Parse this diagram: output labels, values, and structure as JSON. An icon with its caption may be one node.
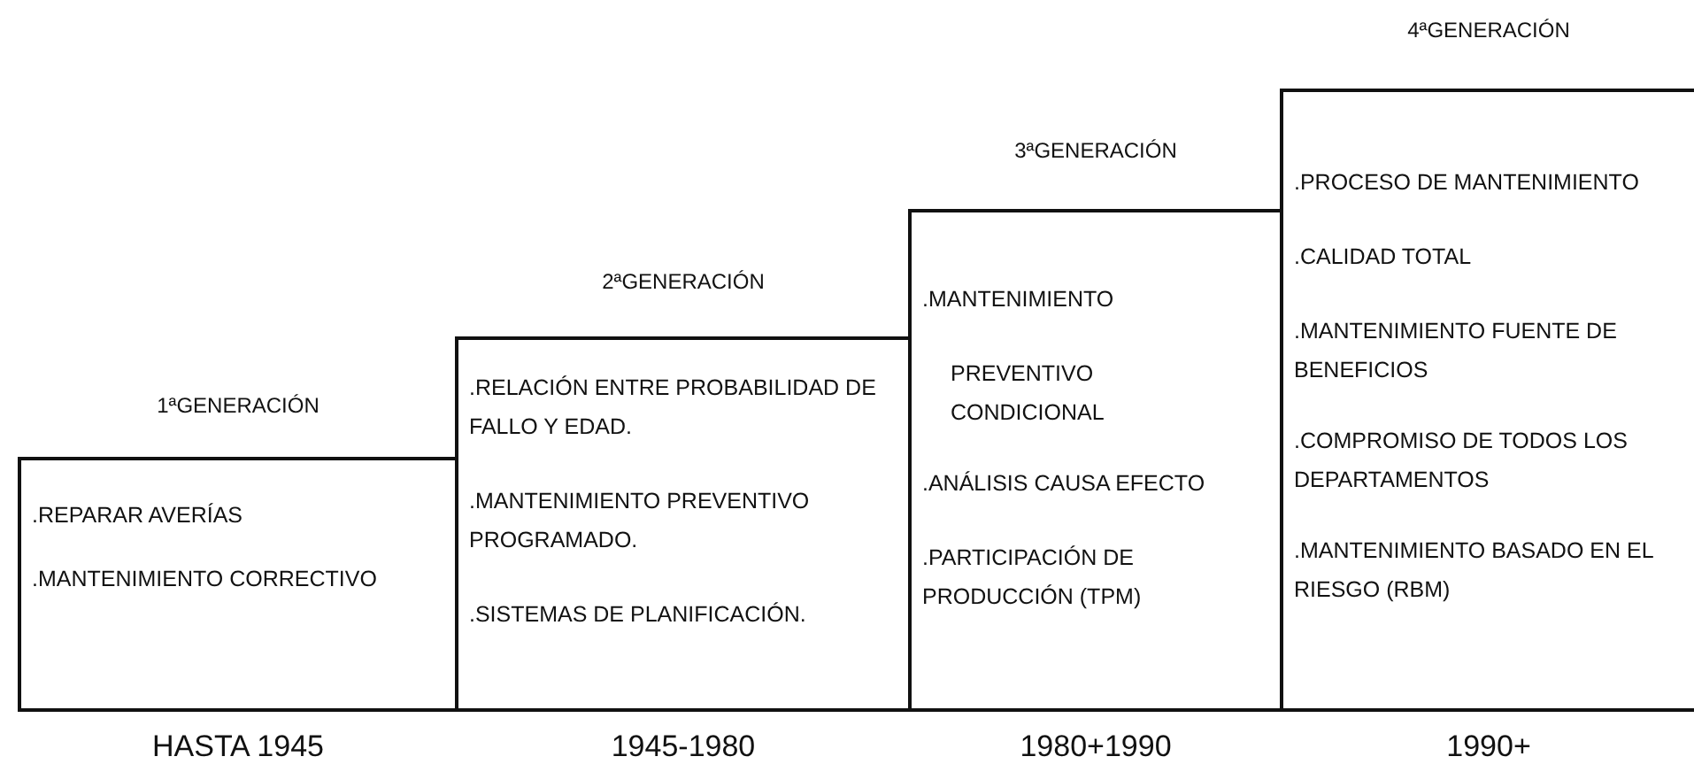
{
  "diagram": {
    "nodes": [
      {
        "text": [
          "1ªGENERACIÓN",
          ".REPARAR AVERÍAS",
          ".MANTENIMIENTO CORRECTIVO"
        ],
        "beside": [
          "HASTA 1945"
        ]
      },
      {
        "text": [
          "2ªGENERACIÓN",
          ".RELACIÓN ENTRE PROBABILIDAD DE FALLO Y EDAD.",
          ".MANTENIMIENTO PREVENTIVO PROGRAMADO.",
          ".SISTEMAS DE PLANIFICACIÓN."
        ],
        "beside": [
          "1945-1980"
        ]
      },
      {
        "text": [
          "3ªGENERACIÓN",
          ".MANTENIMIENTO",
          "PREVENTIVO CONDICIONAL",
          ".ANÁLISIS CAUSA EFECTO",
          ".PARTICIPACIÓN DE PRODUCCIÓN (TPM)"
        ],
        "beside": [
          "1980+1990"
        ]
      },
      {
        "text": [
          "4ªGENERACIÓN",
          ".PROCESO DE MANTENIMIENTO",
          ".CALIDAD TOTAL",
          ".MANTENIMIENTO FUENTE DE BENEFICIOS",
          ".COMPROMISO DE TODOS LOS DEPARTAMENTOS",
          ".MANTENIMIENTO BASADO EN EL RIESGO (RBM)"
        ],
        "beside": [
          "1990+"
        ]
      }
    ]
  }
}
